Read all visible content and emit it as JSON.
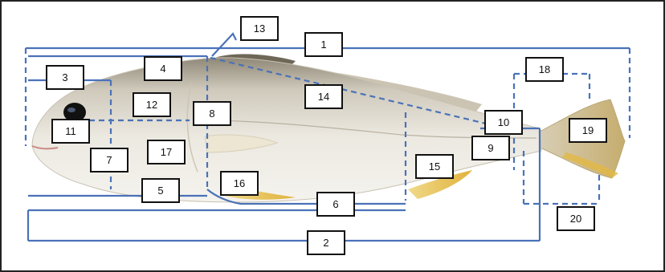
{
  "figure": {
    "colors": {
      "measure_line": "#4a72b8",
      "label_border": "#111111",
      "fish_body": "#e6e2d8",
      "fish_back": "#9a9384",
      "fin_yellow": "#e8c25a",
      "tail": "#cdb98d",
      "eye": "#111111"
    },
    "labels": [
      {
        "id": "label-1",
        "text": "1"
      },
      {
        "id": "label-2",
        "text": "2"
      },
      {
        "id": "label-3",
        "text": "3"
      },
      {
        "id": "label-4",
        "text": "4"
      },
      {
        "id": "label-5",
        "text": "5"
      },
      {
        "id": "label-6",
        "text": "6"
      },
      {
        "id": "label-7",
        "text": "7"
      },
      {
        "id": "label-8",
        "text": "8"
      },
      {
        "id": "label-9",
        "text": "9"
      },
      {
        "id": "label-10",
        "text": "10"
      },
      {
        "id": "label-11",
        "text": "11"
      },
      {
        "id": "label-12",
        "text": "12"
      },
      {
        "id": "label-13",
        "text": "13"
      },
      {
        "id": "label-14",
        "text": "14"
      },
      {
        "id": "label-15",
        "text": "15"
      },
      {
        "id": "label-16",
        "text": "16"
      },
      {
        "id": "label-17",
        "text": "17"
      },
      {
        "id": "label-18",
        "text": "18"
      },
      {
        "id": "label-19",
        "text": "19"
      },
      {
        "id": "label-20",
        "text": "20"
      }
    ]
  }
}
